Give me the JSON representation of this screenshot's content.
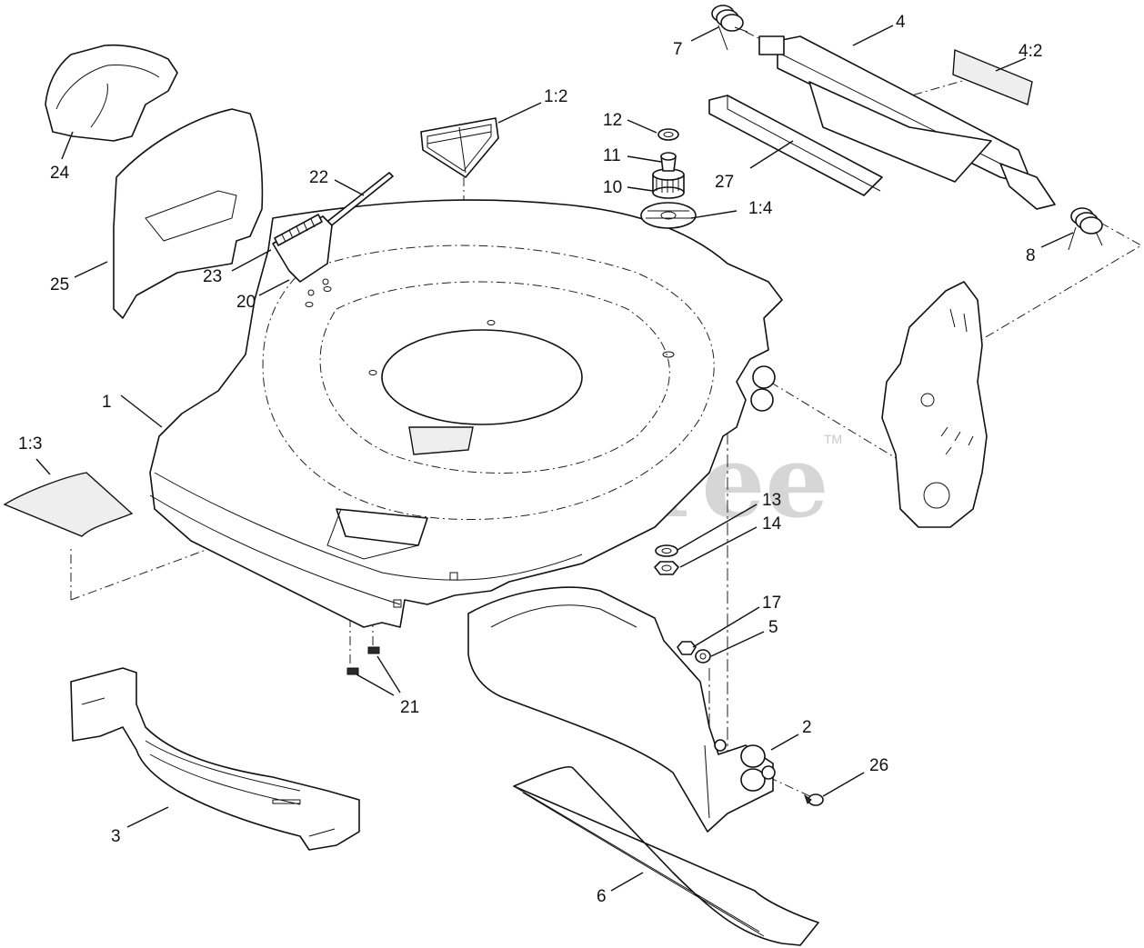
{
  "watermark": {
    "text": "PartsTree",
    "trademark": "TM"
  },
  "callouts": {
    "c1": "1",
    "c1_2": "1:2",
    "c1_3": "1:3",
    "c1_4": "1:4",
    "c2": "2",
    "c3": "3",
    "c4": "4",
    "c4_2": "4:2",
    "c5": "5",
    "c6": "6",
    "c7": "7",
    "c8": "8",
    "c10": "10",
    "c11": "11",
    "c12": "12",
    "c13": "13",
    "c14": "14",
    "c17": "17",
    "c20": "20",
    "c21": "21",
    "c22": "22",
    "c23": "23",
    "c24": "24",
    "c25": "25",
    "c26": "26",
    "c27": "27"
  }
}
